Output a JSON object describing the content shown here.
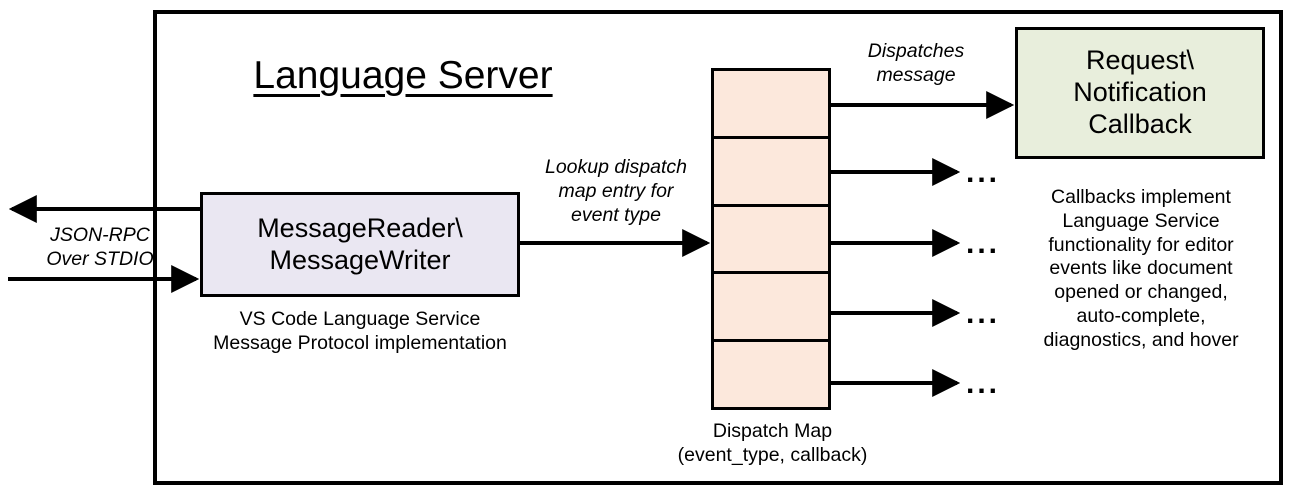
{
  "diagram": {
    "title": "Language Server",
    "frame_label": "language-server-boundary"
  },
  "external_io": {
    "label": "JSON-RPC\nOver STDIO",
    "outgoing_arrow": "arrow-out-left",
    "incoming_arrow": "arrow-in-right"
  },
  "message_io": {
    "box_label": "MessageReader\\\nMessageWriter",
    "caption": "VS Code Language Service\nMessage Protocol implementation",
    "fill": "#eae7f2"
  },
  "lookup": {
    "label": "Lookup dispatch\nmap entry for\nevent type"
  },
  "dispatch_map": {
    "caption": "Dispatch Map\n(event_type, callback)",
    "fill": "#fce8dc",
    "rows": [
      {
        "id": "row-1",
        "target": "callback-box",
        "ellipsis": ""
      },
      {
        "id": "row-2",
        "target": "ellipsis",
        "ellipsis": "..."
      },
      {
        "id": "row-3",
        "target": "ellipsis",
        "ellipsis": "..."
      },
      {
        "id": "row-4",
        "target": "ellipsis",
        "ellipsis": "..."
      },
      {
        "id": "row-5",
        "target": "ellipsis",
        "ellipsis": "..."
      }
    ]
  },
  "dispatch_edge": {
    "label": "Dispatches\nmessage"
  },
  "callback": {
    "box_label": "Request\\\nNotification\nCallback",
    "caption": "Callbacks implement\nLanguage Service\nfunctionality for editor\nevents like document\nopened or changed,\nauto-complete,\ndiagnostics, and hover",
    "fill": "#e8eedc"
  }
}
